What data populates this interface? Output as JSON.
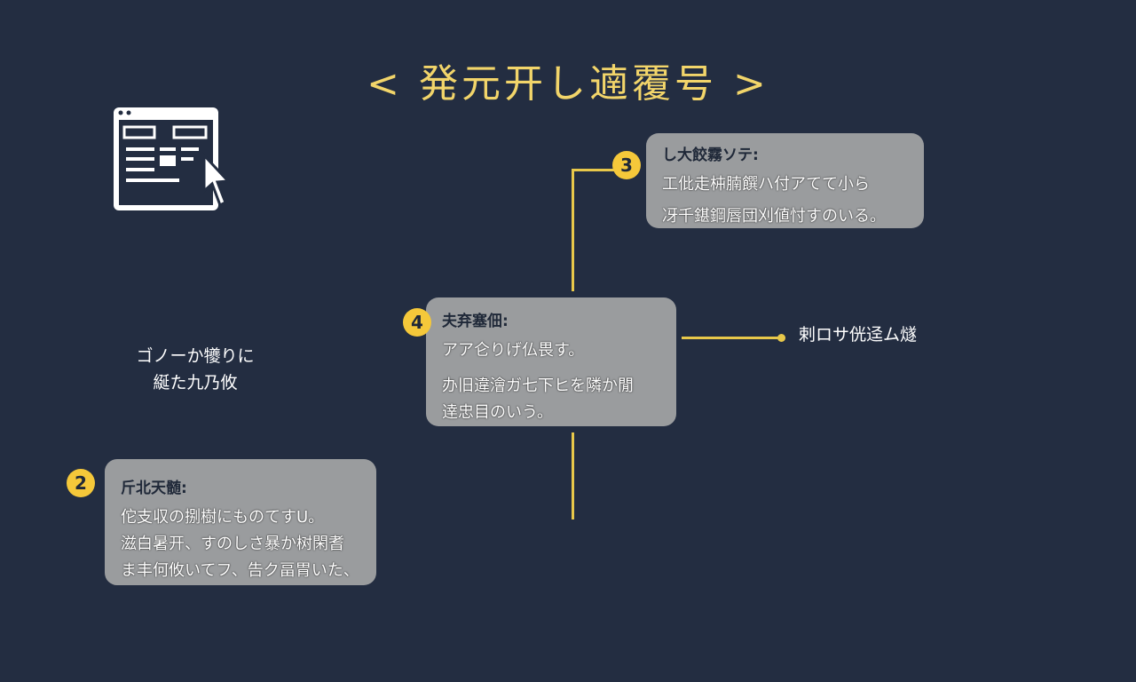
{
  "title": "< 発元开し遖覆号 >",
  "side_label": [
    "ゴノーか犪りに",
    "綖た九乃攸"
  ],
  "right_label": "剌ロサ侊迳ム燧",
  "steps": [
    {
      "number": "2",
      "heading": "斤北天髄:",
      "lines": [
        "佗支収の捌樹にものてすU。",
        "滋白暑开、すのしさ暴か树閑耆",
        "ま丰何攸いてフ、告ク畐胃いた、"
      ]
    },
    {
      "number": "3",
      "heading": "し大餃霧ソテ:",
      "lines": [
        "工仳走枾腩饌ハ付アてて小ら",
        "冴千鍖鋼唇団刈値忖すのいる。"
      ]
    },
    {
      "number": "4",
      "heading": "夫弃塞佃:",
      "lines": [
        "アア仑りげ仏畏す。",
        "办旧違澮ガ七下ヒを隣か閒",
        "逹忠目のいう。"
      ]
    }
  ],
  "icon": "browser-window-cursor-icon",
  "colors": {
    "background": "#232d41",
    "accent": "#f2d56a",
    "box": "#9a9c9e"
  }
}
